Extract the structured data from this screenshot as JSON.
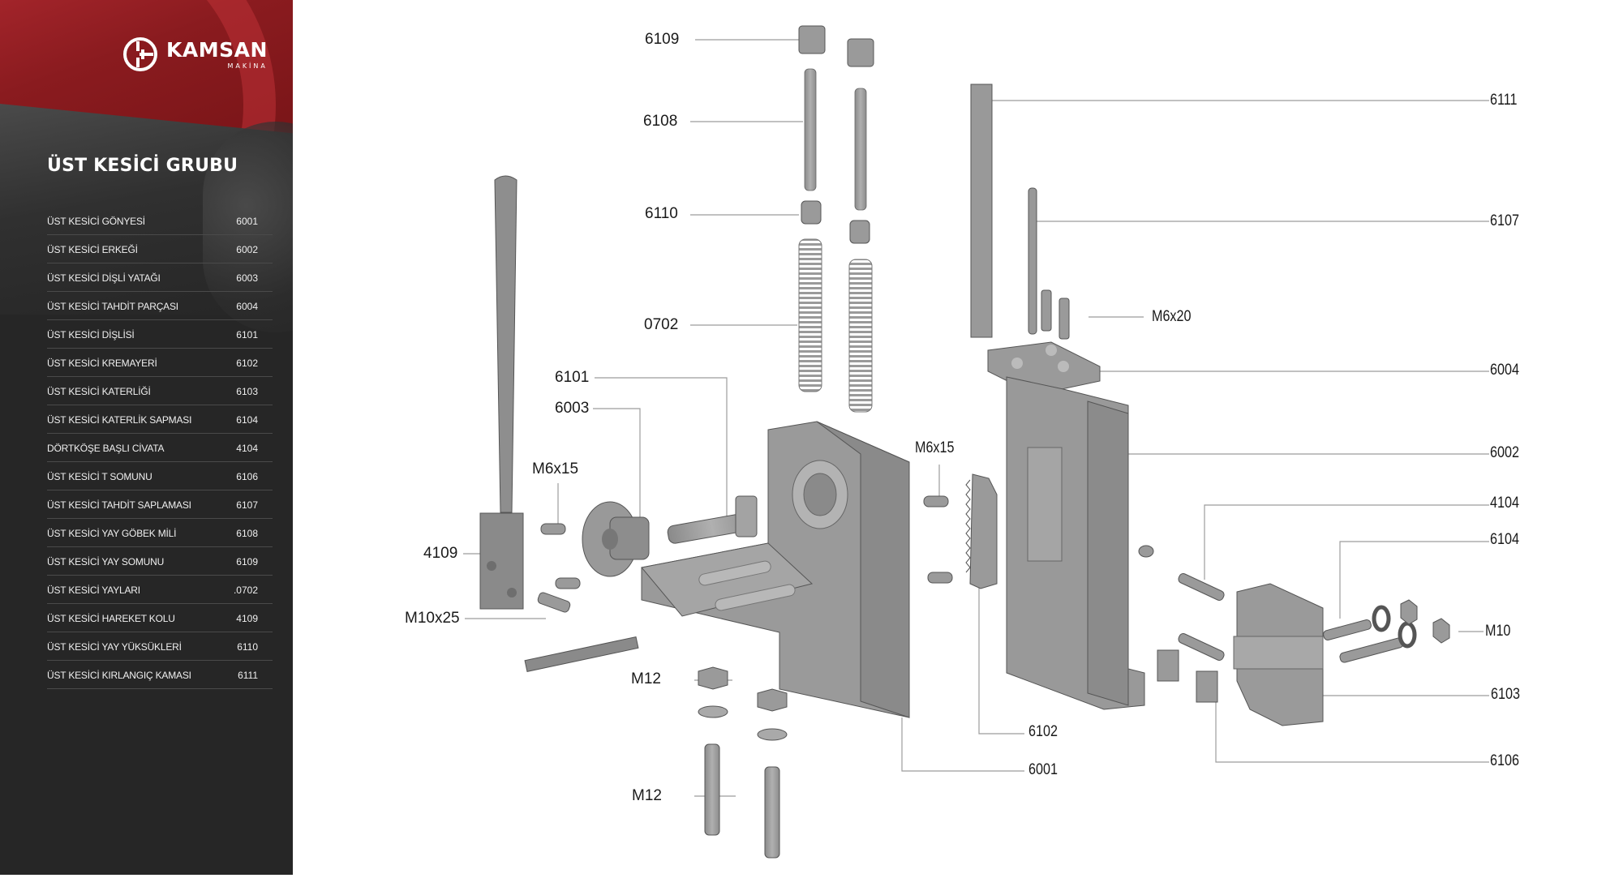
{
  "brand": {
    "name": "KAMSAN",
    "subtitle": "MAKİNA",
    "primary_color": "#8a1b1f",
    "sidebar_color": "#262626"
  },
  "sidebar": {
    "title": "ÜST KESİCİ GRUBU",
    "items": [
      {
        "name": "ÜST KESİCİ GÖNYESİ",
        "code": "6001"
      },
      {
        "name": "ÜST KESİCİ ERKEĞİ",
        "code": "6002"
      },
      {
        "name": "ÜST KESİCİ DİŞLİ YATAĞI",
        "code": "6003"
      },
      {
        "name": "ÜST KESİCİ TAHDİT PARÇASI",
        "code": "6004"
      },
      {
        "name": "ÜST KESİCİ DİŞLİSİ",
        "code": "6101"
      },
      {
        "name": "ÜST KESİCİ KREMAYERİ",
        "code": "6102"
      },
      {
        "name": "ÜST KESİCİ KATERLİĞİ",
        "code": "6103"
      },
      {
        "name": "ÜST KESİCİ KATERLİK SAPMASI",
        "code": "6104"
      },
      {
        "name": "DÖRTKÖŞE BAŞLI CİVATA",
        "code": "4104"
      },
      {
        "name": "ÜST KESİCİ T SOMUNU",
        "code": "6106"
      },
      {
        "name": "ÜST KESİCİ TAHDİT SAPLAMASI",
        "code": "6107"
      },
      {
        "name": "ÜST KESİCİ YAY GÖBEK MİLİ",
        "code": "6108"
      },
      {
        "name": "ÜST KESİCİ YAY SOMUNU",
        "code": "6109"
      },
      {
        "name": "ÜST KESİCİ YAYLARI",
        "code": ".0702"
      },
      {
        "name": "ÜST KESİCİ HAREKET KOLU",
        "code": "4109"
      },
      {
        "name": "ÜST KESİCİ YAY YÜKSÜKLERİ",
        "code": "6110"
      },
      {
        "name": "ÜST KESİCİ KIRLANGIÇ KAMASI",
        "code": "6111"
      }
    ]
  },
  "diagram": {
    "labels": {
      "l6109": "6109",
      "l6108": "6108",
      "l6110": "6110",
      "l0702": "0702",
      "l6101": "6101",
      "l6003": "6003",
      "lM6x15a": "M6x15",
      "l4109": "4109",
      "lM10x25": "M10x25",
      "lM12a": "M12",
      "lM12b": "M12",
      "lM6x15b": "M6x15",
      "l6111": "6111",
      "l6107": "6107",
      "lM6x20": "M6x20",
      "l6004": "6004",
      "l6002": "6002",
      "l4104": "4104",
      "l6104": "6104",
      "lM10": "M10",
      "l6103": "6103",
      "l6106": "6106",
      "l6102": "6102",
      "l6001": "6001"
    },
    "part_color": "#9a9a9a",
    "leader_color": "#9c9c9c"
  }
}
